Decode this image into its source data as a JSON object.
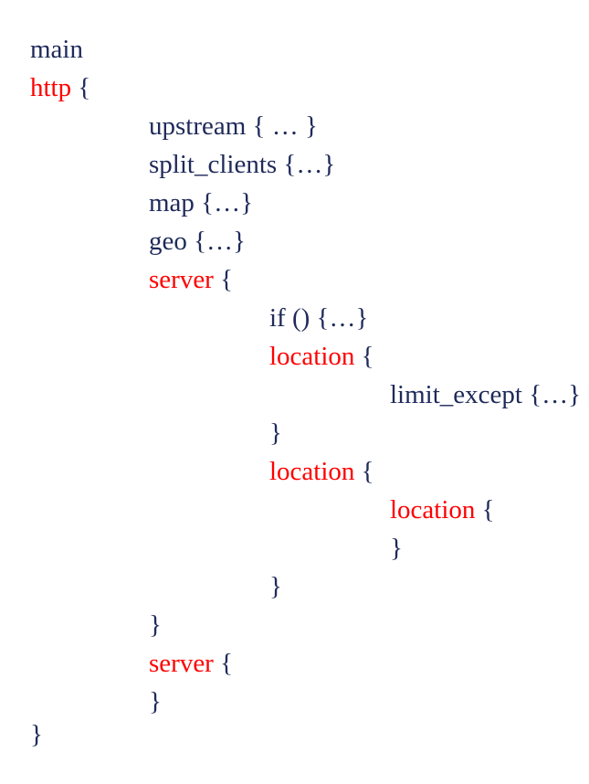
{
  "colors": {
    "keyword": "#ff0000",
    "text": "#1f2a5a",
    "background": "#ffffff"
  },
  "lines": [
    {
      "keyword": "",
      "text": "main"
    },
    {
      "keyword": "http",
      "text": " {"
    },
    {
      "keyword": "",
      "text": "upstream { … }"
    },
    {
      "keyword": "",
      "text": "split_clients {…}"
    },
    {
      "keyword": "",
      "text": "map {…}"
    },
    {
      "keyword": "",
      "text": "geo {…}"
    },
    {
      "keyword": "server",
      "text": " {"
    },
    {
      "keyword": "",
      "text": "if () {…}"
    },
    {
      "keyword": "location",
      "text": " {"
    },
    {
      "keyword": "",
      "text": "limit_except {…}"
    },
    {
      "keyword": "",
      "text": "}"
    },
    {
      "keyword": "location",
      "text": " {"
    },
    {
      "keyword": "location",
      "text": " {"
    },
    {
      "keyword": "",
      "text": "}"
    },
    {
      "keyword": "",
      "text": "}"
    },
    {
      "keyword": "",
      "text": "}"
    },
    {
      "keyword": "server",
      "text": " {"
    },
    {
      "keyword": "",
      "text": "}"
    },
    {
      "keyword": "",
      "text": "}"
    }
  ]
}
